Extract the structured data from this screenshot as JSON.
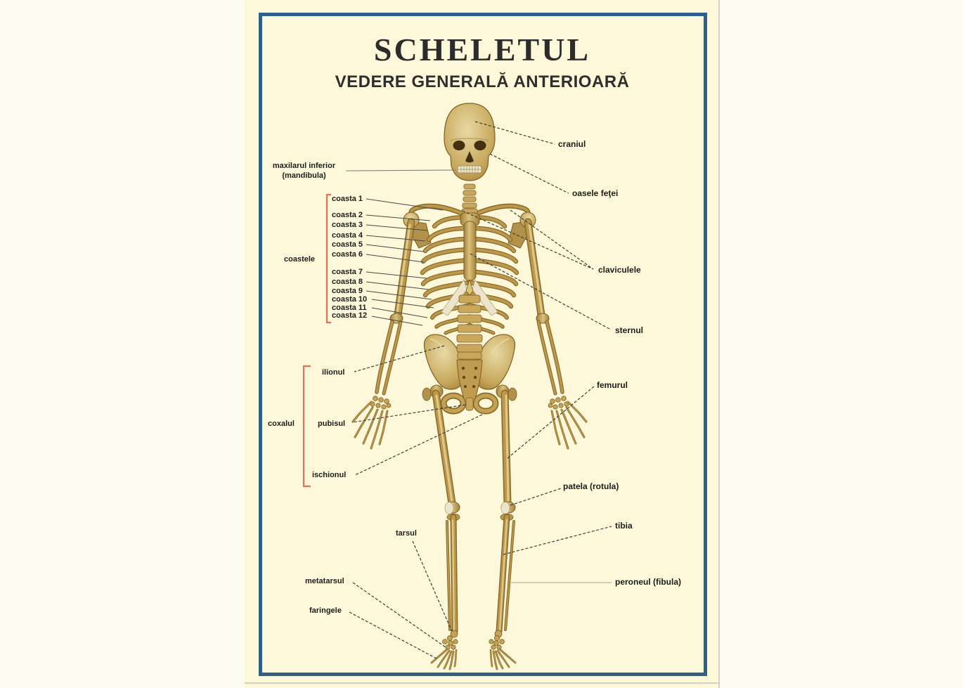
{
  "title": "SCHELETUL",
  "subtitle": "VEDERE GENERALĂ ANTERIOARĂ",
  "labels": {
    "craniul": "craniul",
    "oasele_fetei": "oasele feţei",
    "maxilarul_line1": "maxilarul inferior",
    "maxilarul_line2": "(mandibula)",
    "coastele": "coastele",
    "claviculele": "claviculele",
    "sternul": "sternul",
    "ilionul": "ilionul",
    "coxalul": "coxalul",
    "pubisul": "pubisul",
    "ischionul": "ischionul",
    "femurul": "femurul",
    "patela": "patela (rotula)",
    "tibia": "tibia",
    "tarsul": "tarsul",
    "metatarsul": "metatarsul",
    "faringele": "faringele",
    "peroneul": "peroneul (fibula)"
  },
  "ribs": [
    "coasta 1",
    "coasta 2",
    "coasta 3",
    "coasta 4",
    "coasta 5",
    "coasta 6",
    "coasta 7",
    "coasta 8",
    "coasta 9",
    "coasta 10",
    "coasta 11",
    "coasta 12"
  ],
  "colors": {
    "poster_background": "#fcf8d9",
    "outer_background": "#fcfcf3",
    "frame_blue": "#2e6189",
    "bracket_red": "#e0735a",
    "bone": "#c4a255",
    "label_text": "#1d1d1c"
  }
}
